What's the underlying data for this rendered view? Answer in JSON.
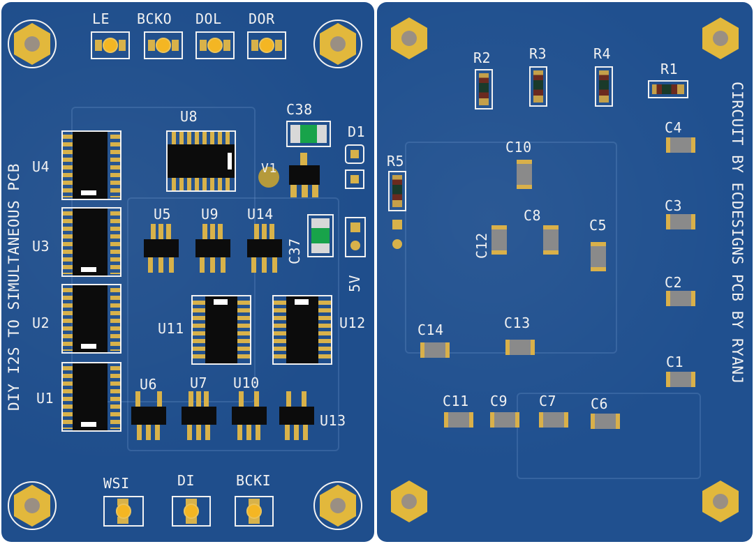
{
  "front_board": {
    "title": "DIY I2S TO SIMULTANEOUS PCB",
    "header_labels": [
      "LE",
      "BCKO",
      "DOL",
      "DOR"
    ],
    "footer_labels": [
      "WSI",
      "DI",
      "BCKI"
    ],
    "ic_labels": {
      "u4": "U4",
      "u3": "U3",
      "u2": "U2",
      "u1": "U1",
      "u8": "U8",
      "u5": "U5",
      "u9": "U9",
      "u14": "U14",
      "u11": "U11",
      "u12": "U12",
      "u6": "U6",
      "u7": "U7",
      "u10": "U10",
      "u13": "U13",
      "v1": "V1"
    },
    "cap_labels": {
      "c38": "C38",
      "c37": "C37"
    },
    "d1": "D1",
    "power_label": "5V"
  },
  "back_board": {
    "credit": "CIRCUIT BY ECDESIGNS PCB BY RYANJ",
    "resistors": {
      "r1": "R1",
      "r2": "R2",
      "r3": "R3",
      "r4": "R4",
      "r5": "R5"
    },
    "caps": {
      "c1": "C1",
      "c2": "C2",
      "c3": "C3",
      "c4": "C4",
      "c5": "C5",
      "c6": "C6",
      "c7": "C7",
      "c8": "C8",
      "c9": "C9",
      "c10": "C10",
      "c11": "C11",
      "c12": "C12",
      "c13": "C13",
      "c14": "C14"
    }
  },
  "colors": {
    "board": "#1f4e8c",
    "silkscreen": "#f2f2f2",
    "gold": "#d9b04a",
    "ic": "#0c0c0c",
    "cap_body": "#8a8a8a",
    "led_pad": "#f4b623",
    "green_cap": "#18a34a"
  }
}
